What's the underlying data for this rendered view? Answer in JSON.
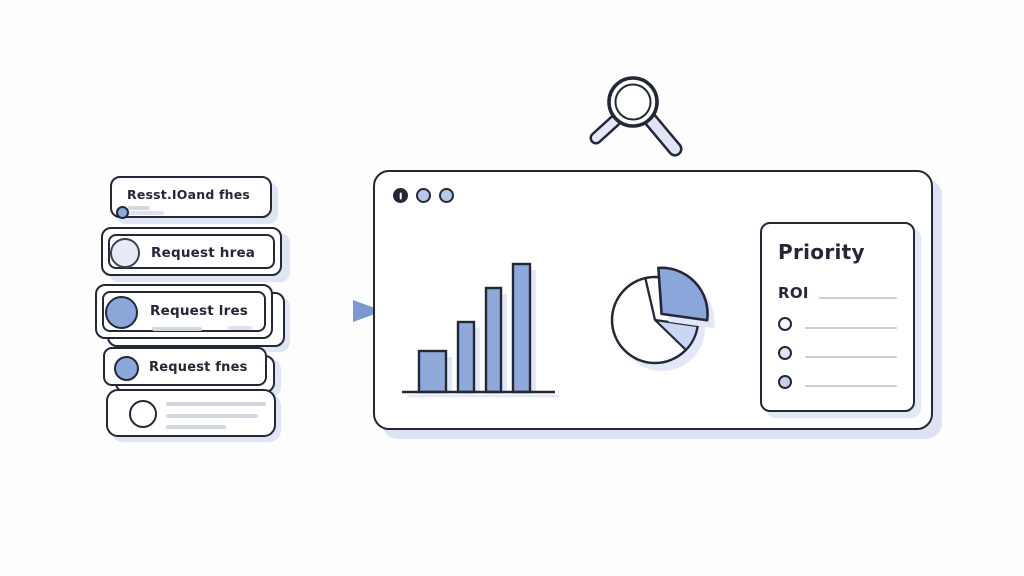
{
  "colors": {
    "ink": "#242836",
    "blue": "#8ca8db",
    "light_blue": "#c9d7f3",
    "pale": "#e3e8f6",
    "shadow": "#dde3f2",
    "line_gray": "#cdd1dc"
  },
  "magnifier": {
    "icon": "magnifying-glass"
  },
  "queue": {
    "cards": [
      {
        "id": "card-1",
        "label": "Resst.IOand fhes",
        "avatar": "none"
      },
      {
        "id": "card-2",
        "label": "Request hrea",
        "avatar": "pale"
      },
      {
        "id": "card-3",
        "label": "Request lres",
        "avatar": "blue"
      },
      {
        "id": "card-4",
        "label": "Request fnes",
        "avatar": "blue"
      },
      {
        "id": "card-5",
        "label": "",
        "avatar": "white"
      }
    ]
  },
  "arrow": {
    "direction": "right"
  },
  "window": {
    "controls": [
      {
        "style": "dark-slit"
      },
      {
        "style": "light"
      },
      {
        "style": "light"
      }
    ]
  },
  "priority": {
    "title": "Priority",
    "metric_label": "ROI",
    "rows": [
      {
        "circle": "#f4f5fa"
      },
      {
        "circle": "#dfe3f2"
      },
      {
        "circle": "#c7cfe9"
      }
    ]
  },
  "chart_data": [
    {
      "type": "bar",
      "categories": [
        "bar-1",
        "bar-2",
        "bar-3",
        "bar-4"
      ],
      "values": [
        41,
        70,
        104,
        128
      ],
      "unit": "relative-height-px",
      "title": "",
      "xlabel": "",
      "ylabel": "",
      "bar_color": "#8ea9da",
      "axis": "baseline-only"
    },
    {
      "type": "pie",
      "title": "",
      "slices": [
        {
          "name": "primary",
          "pct": 28,
          "color": "#8aa6da",
          "exploded": true,
          "start_deg": 94,
          "end_deg": -8
        },
        {
          "name": "secondary",
          "pct": 10,
          "color": "#c9d7f3",
          "exploded": false,
          "start_deg": -8,
          "end_deg": -44
        },
        {
          "name": "remainder",
          "pct": 62,
          "color": "#ffffff",
          "exploded": false,
          "start_deg": -44,
          "end_deg": 256
        }
      ],
      "divider_angle_deg": 103,
      "legend": "none"
    }
  ]
}
